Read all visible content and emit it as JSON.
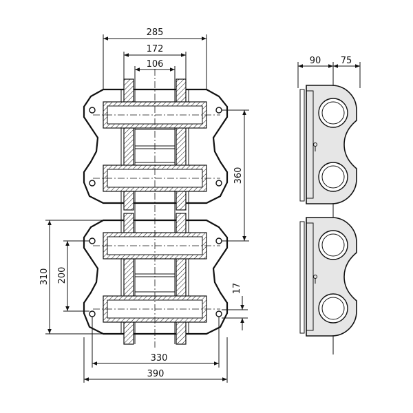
{
  "dimensions": {
    "top_width_outer": "285",
    "top_width_mid": "172",
    "top_width_inner": "106",
    "right_height": "360",
    "left_height_outer": "310",
    "left_height_inner": "200",
    "bottom_width_inner": "330",
    "bottom_width_outer": "390",
    "small_gap": "17",
    "side_view_left": "90",
    "side_view_right": "75"
  }
}
